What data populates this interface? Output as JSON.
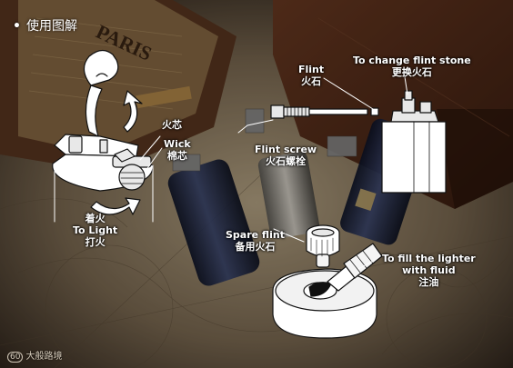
{
  "header": {
    "bullet": "•",
    "title": "使用图解"
  },
  "labels": {
    "wick_cn": "火芯",
    "wick_en": "Wick",
    "wick_cn2": "棉芯",
    "light_cn": "着火",
    "light_en": "To Light",
    "light_cn2": "打火",
    "flint_en": "Flint",
    "flint_cn": "火石",
    "flint_screw_en": "Flint screw",
    "flint_screw_cn": "火石螺栓",
    "change_flint_en": "To change flint stone",
    "change_flint_cn": "更换火石",
    "spare_flint_en": "Spare flint",
    "spare_flint_cn": "备用火石",
    "fill_en_1": "To fill the lighter",
    "fill_en_2": "with fluid",
    "fill_cn": "注油"
  },
  "book_spine_text": "PARIS",
  "footer": {
    "logo": "60",
    "brand": "大般路境"
  }
}
